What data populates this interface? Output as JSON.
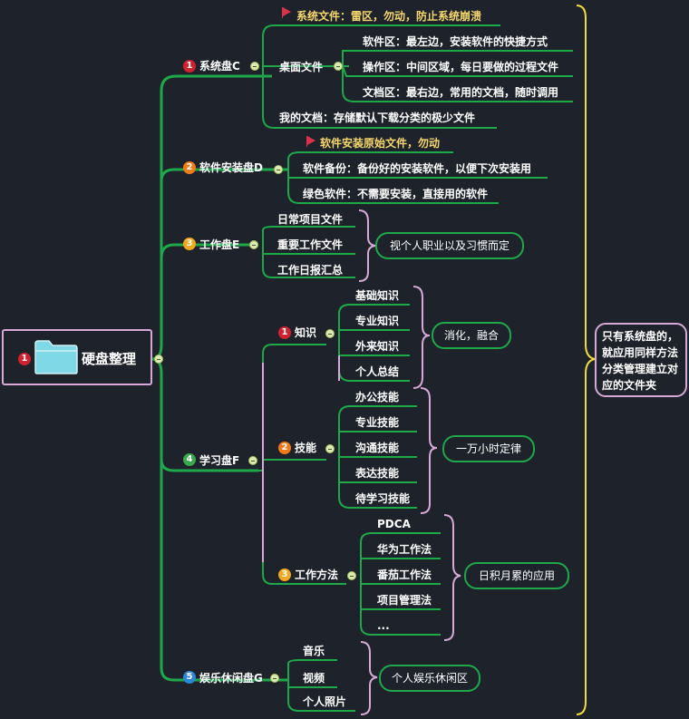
{
  "root": {
    "label": "硬盘整理",
    "badge": "1"
  },
  "branches": {
    "c": {
      "badge": "1",
      "label": "系统盘C",
      "warning": "系统文件：雷区，勿动，防止系统崩溃",
      "desktop": "桌面文件",
      "desktop_items": [
        "软件区：最左边，安装软件的快捷方式",
        "操作区：中间区域，每日要做的过程文件",
        "文档区：最右边，常用的文档，随时调用"
      ],
      "mydocs": "我的文档：存储默认下载分类的极少文件"
    },
    "d": {
      "badge": "2",
      "label": "软件安装盘D",
      "warning": "软件安装原始文件，勿动",
      "items": [
        "软件备份：备份好的安装软件，以便下次安装用",
        "绿色软件：不需要安装，直接用的软件"
      ]
    },
    "e": {
      "badge": "3",
      "label": "工作盘E",
      "items": [
        "日常项目文件",
        "重要工作文件",
        "工作日报汇总"
      ],
      "summary": "视个人职业以及习惯而定"
    },
    "f": {
      "badge": "4",
      "label": "学习盘F",
      "groups": [
        {
          "badge": "1",
          "label": "知识",
          "items": [
            "基础知识",
            "专业知识",
            "外来知识",
            "个人总结"
          ],
          "summary": "消化，融合"
        },
        {
          "badge": "2",
          "label": "技能",
          "items": [
            "办公技能",
            "专业技能",
            "沟通技能",
            "表达技能",
            "待学习技能"
          ],
          "summary": "一万小时定律"
        },
        {
          "badge": "3",
          "label": "工作方法",
          "items": [
            "PDCA",
            "华为工作法",
            "番茄工作法",
            "项目管理法",
            "..."
          ],
          "summary": "日积月累的应用"
        }
      ]
    },
    "g": {
      "badge": "5",
      "label": "娱乐休闲盘G",
      "items": [
        "音乐",
        "视频",
        "个人照片"
      ],
      "summary": "个人娱乐休闲区"
    }
  },
  "overall_summary": [
    "只有系统盘的，",
    "就应用同样方法",
    "分类管理建立对",
    "应的文件夹"
  ],
  "colors": {
    "background": "#1e232b",
    "line": "#1ea84a",
    "line_pink": "#d7a9d7",
    "bracket": "#f2dc3c",
    "badge1": "#d0212f",
    "badge2": "#ef7a16",
    "badge3": "#f0a81e",
    "badge4": "#39a84a",
    "badge5": "#2f86d6",
    "warning_flag": "#d8334a",
    "folder": "#7fd8e6"
  }
}
